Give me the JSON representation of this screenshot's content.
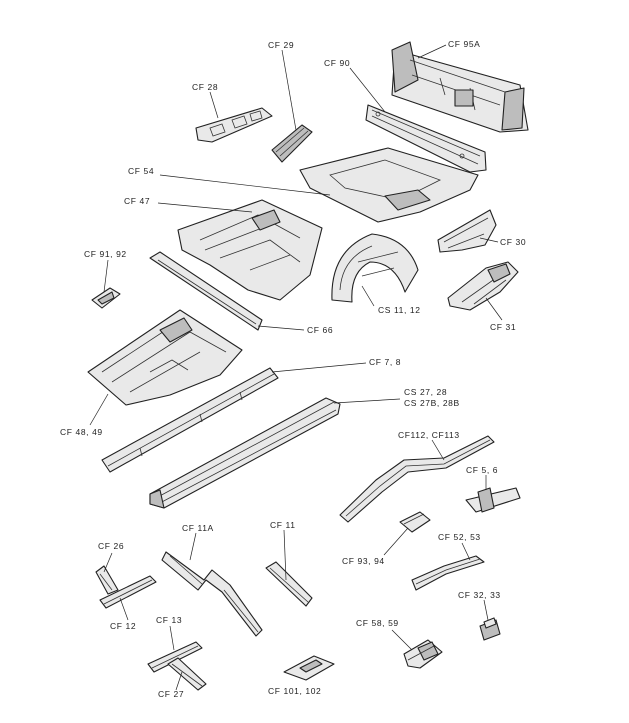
{
  "labels": {
    "cf95a": "CF 95A",
    "cf29": "CF 29",
    "cf90": "CF 90",
    "cf28": "CF 28",
    "cf54": "CF 54",
    "cf47": "CF 47",
    "cf30": "CF 30",
    "cf91_92": "CF 91, 92",
    "cs11_12": "CS 11, 12",
    "cf31": "CF 31",
    "cf66": "CF 66",
    "cf7_8": "CF 7, 8",
    "cs27_28": "CS 27, 28",
    "cs27b_28b": "CS 27B, 28B",
    "cf48_49": "CF 48, 49",
    "cf112_113": "CF112, CF113",
    "cf5_6": "CF 5, 6",
    "cf11a": "CF 11A",
    "cf11": "CF 11",
    "cf26": "CF 26",
    "cf93_94": "CF 93, 94",
    "cf52_53": "CF 52, 53",
    "cf12": "CF 12",
    "cf32_33": "CF 32, 33",
    "cf13": "CF 13",
    "cf58_59": "CF 58, 59",
    "cf27": "CF 27",
    "cf101_102": "CF 101, 102"
  }
}
